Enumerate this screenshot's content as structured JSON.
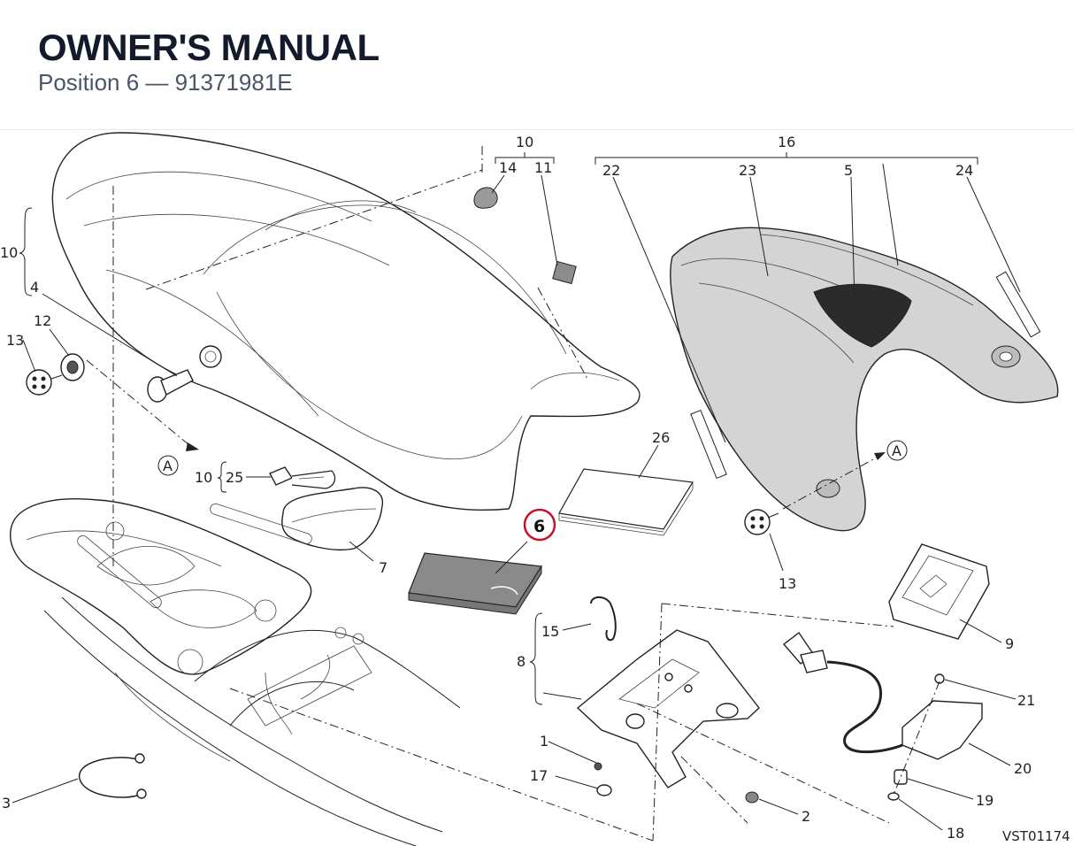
{
  "header": {
    "title": "OWNER'S MANUAL",
    "subtitle": "Position 6 — 91371981E"
  },
  "drawing_code": "VST01174",
  "highlight_color": "#c8102e",
  "callouts": [
    {
      "id": "c10a",
      "text": "10"
    },
    {
      "id": "c14",
      "text": "14"
    },
    {
      "id": "c11",
      "text": "11"
    },
    {
      "id": "c16",
      "text": "16"
    },
    {
      "id": "c22",
      "text": "22"
    },
    {
      "id": "c23",
      "text": "23"
    },
    {
      "id": "c5",
      "text": "5"
    },
    {
      "id": "c24",
      "text": "24"
    },
    {
      "id": "c10b",
      "text": "10"
    },
    {
      "id": "c4",
      "text": "4"
    },
    {
      "id": "c12",
      "text": "12"
    },
    {
      "id": "c13a",
      "text": "13"
    },
    {
      "id": "cA1",
      "text": "A"
    },
    {
      "id": "c10c",
      "text": "10"
    },
    {
      "id": "c25",
      "text": "25"
    },
    {
      "id": "c26",
      "text": "26"
    },
    {
      "id": "c6",
      "text": "6"
    },
    {
      "id": "cA2",
      "text": "A"
    },
    {
      "id": "c13b",
      "text": "13"
    },
    {
      "id": "c7",
      "text": "7"
    },
    {
      "id": "c9",
      "text": "9"
    },
    {
      "id": "c15",
      "text": "15"
    },
    {
      "id": "c8",
      "text": "8"
    },
    {
      "id": "c21",
      "text": "21"
    },
    {
      "id": "c1",
      "text": "1"
    },
    {
      "id": "c20",
      "text": "20"
    },
    {
      "id": "c17",
      "text": "17"
    },
    {
      "id": "c19",
      "text": "19"
    },
    {
      "id": "c2",
      "text": "2"
    },
    {
      "id": "c3",
      "text": "3"
    },
    {
      "id": "c18",
      "text": "18"
    }
  ]
}
